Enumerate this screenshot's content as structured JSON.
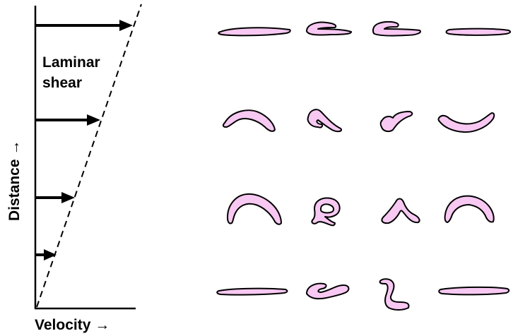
{
  "diagram": {
    "labels": {
      "distance": "Distance →",
      "velocity": "Velocity →",
      "laminar_line1": "Laminar",
      "laminar_line2": "shear"
    },
    "colors": {
      "particle_fill": "#f7c8f2",
      "outline": "#000000"
    },
    "velocity_arrow_count": 4,
    "particle_rows": 4,
    "particle_columns": 4
  }
}
